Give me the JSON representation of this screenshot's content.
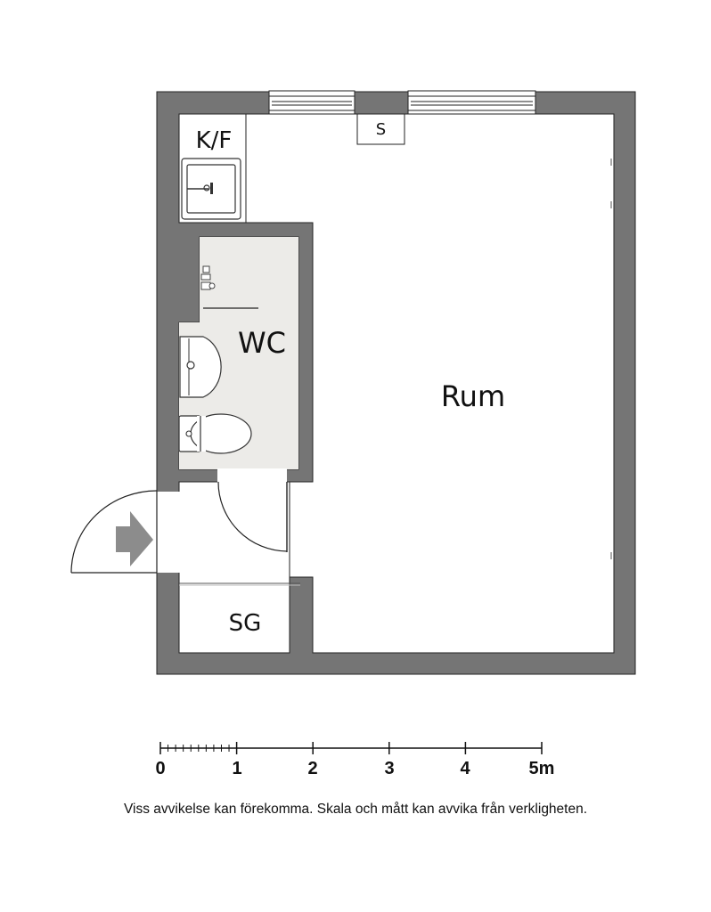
{
  "rooms": {
    "kitchen": "K/F",
    "wc": "WC",
    "main": "Rum",
    "wardrobe": "SG",
    "shelf": "S"
  },
  "scale": {
    "ticks": [
      "0",
      "1",
      "2",
      "3",
      "4",
      "5m"
    ]
  },
  "disclaimer": "Viss avvikelse kan förekomma. Skala och mått kan avvika från verkligheten.",
  "colors": {
    "wall": "#757575",
    "wc_floor": "#ecebe8",
    "entry_arrow": "#8c8c8c"
  },
  "icons": [
    "entry-arrow-icon",
    "sink-icon",
    "washbasin-icon",
    "toilet-icon",
    "faucet-icon"
  ]
}
